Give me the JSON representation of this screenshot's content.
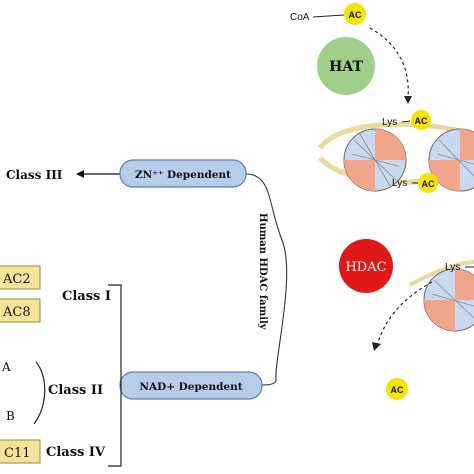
{
  "colors": {
    "ac_badge": "#f5e400",
    "hat_circle": "#9fcf88",
    "hdac_circle": "#e11818",
    "pill_fill": "#b7cce9",
    "pill_stroke": "#5b7fb8",
    "gene_box": "#f6e39a",
    "nucleosome_orange": "#f1a58a",
    "nucleosome_blue": "#c8d8ee",
    "dna_strand": "#e9d99b"
  },
  "labels": {
    "coa": "CoA",
    "ac": "AC",
    "hat": "HAT",
    "hdac": "HDAC",
    "lys": "Lys",
    "class_iii": "Class III",
    "zn_dependent": "ZN⁺⁺ Dependent",
    "family": "Human HDAC family",
    "nad_dependent": "NAD+ Dependent",
    "class_i": "Class I",
    "class_ii": "Class II",
    "class_iv": "Class IV",
    "sub_a": "A",
    "sub_b": "B",
    "gene_hdac2": "AC2",
    "gene_hdac8": "AC8",
    "gene_hdac11": "C11"
  },
  "icons": {
    "arrow": "arrow-left-icon",
    "acetyl_transfer": "dashed-arrow-icon"
  }
}
